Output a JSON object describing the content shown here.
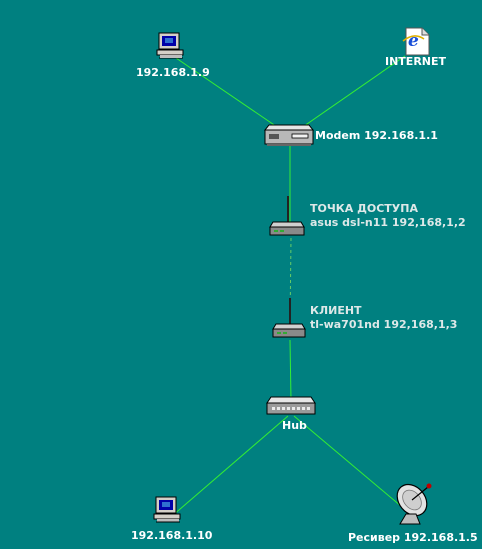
{
  "nodes": {
    "pc_top": {
      "label": "192.168.1.9",
      "icon": "computer-icon"
    },
    "internet": {
      "label": "INTERNET",
      "icon": "internet-explorer-icon"
    },
    "modem": {
      "label": "Modem 192.168.1.1",
      "icon": "modem-icon"
    },
    "access_point": {
      "role": "ТОЧКА ДОСТУПА",
      "label": "asus dsl-n11 192,168,1,2",
      "icon": "wireless-router-icon"
    },
    "client": {
      "role": "КЛИЕНТ",
      "label": "tl-wa701nd  192,168,1,3",
      "icon": "wireless-router-icon"
    },
    "hub": {
      "label": "Hub",
      "icon": "hub-icon"
    },
    "pc_bottom": {
      "label": "192.168.1.10",
      "icon": "computer-icon"
    },
    "receiver": {
      "label": "Ресивер 192.168.1.5",
      "icon": "satellite-dish-icon"
    }
  },
  "colors": {
    "background": "#008080",
    "wired_link": "#33ee33",
    "wireless_link": "#66cc66",
    "label": "#ffffff"
  }
}
